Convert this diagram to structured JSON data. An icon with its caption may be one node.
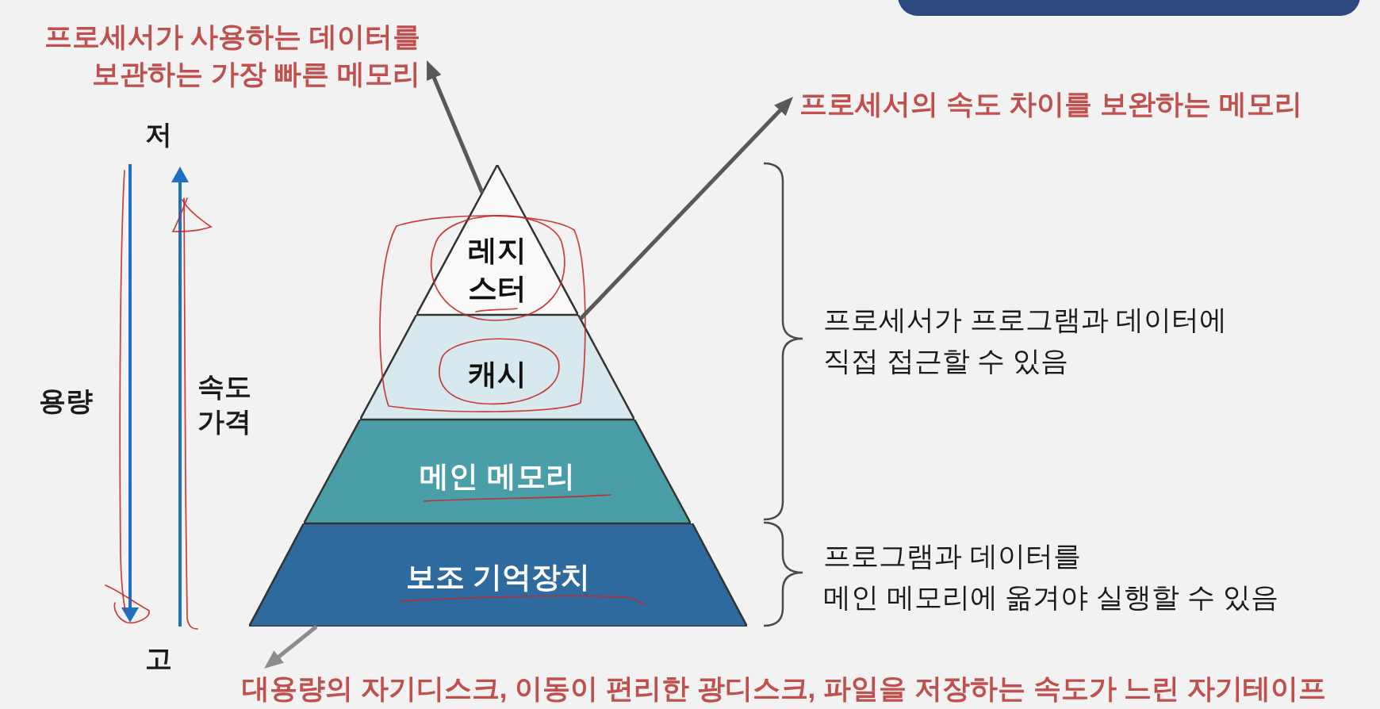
{
  "diagram": {
    "nodes": [
      {
        "text": [
          "프로세서가 사용하는 데이터를 보관하는 가장 빠른 메모리"
        ]
      },
      {
        "text": [
          "프로세서의 속도 차이를 보완하는 메모리"
        ]
      },
      {
        "text": [
          "레지스터"
        ]
      },
      {
        "text": [
          "캐시"
        ]
      },
      {
        "text": [
          "메인 메모리"
        ]
      },
      {
        "text": [
          "보조 기억장치"
        ]
      },
      {
        "text": [
          "대용량의 자기디스크, 이동이 편리한 광디스크, 파일을 저장하는 속도가 느린 자기테이프"
        ]
      }
    ],
    "edges": [
      {
        "from": 2,
        "to": 0,
        "arrow": "to"
      },
      {
        "from": 3,
        "to": 1,
        "arrow": "to"
      },
      {
        "from": 5,
        "to": 6,
        "arrow": "to",
        "color": "#8c8c8c"
      }
    ],
    "labels": [
      "저",
      "용량",
      "속도 가격",
      "프로세서가 프로그램과 데이터에 직접 접근할 수 있음",
      "프로그램과 데이터를 메인 메모리에 옮겨야 실행할 수 있음",
      "고"
    ]
  }
}
